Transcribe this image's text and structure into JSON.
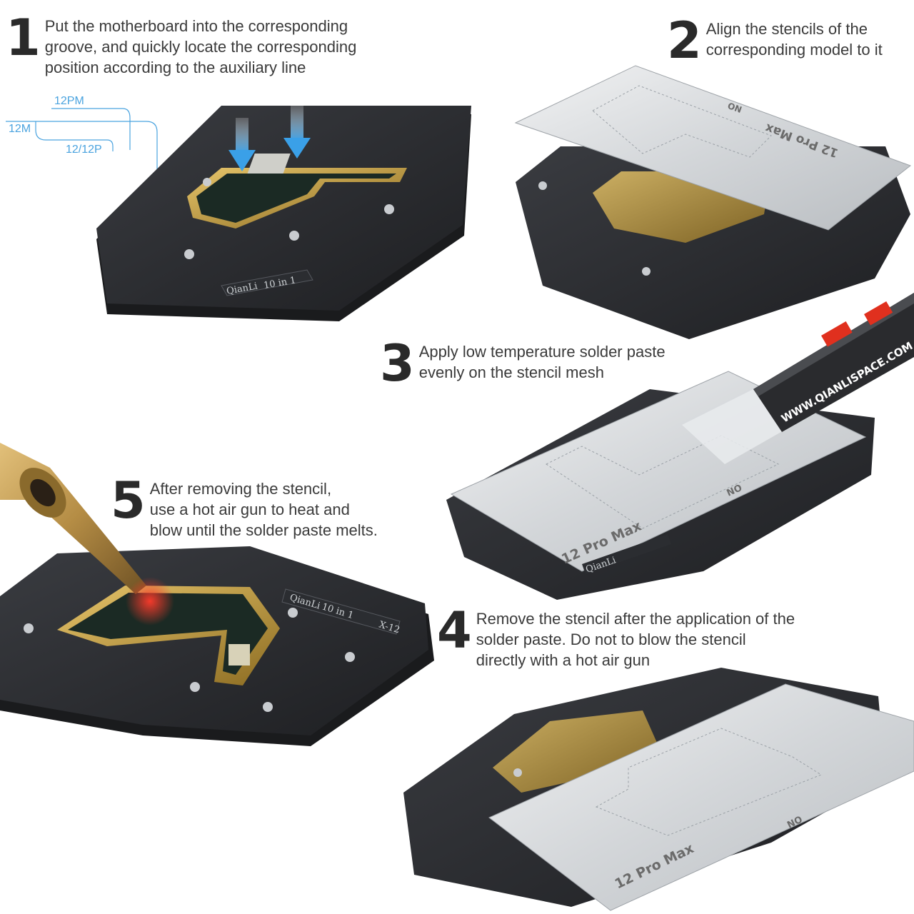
{
  "steps": [
    {
      "number": "1",
      "lines": [
        "Put the motherboard into the corresponding",
        "groove, and quickly locate the corresponding",
        "position according to the auxiliary line"
      ]
    },
    {
      "number": "2",
      "lines": [
        "Align the stencils of the",
        "corresponding model to it"
      ]
    },
    {
      "number": "3",
      "lines": [
        "Apply low temperature solder paste",
        "evenly on the stencil mesh"
      ]
    },
    {
      "number": "4",
      "lines": [
        "Remove the stencil after the application of the",
        "solder paste. Do not to blow the stencil",
        "directly with a hot air gun"
      ]
    },
    {
      "number": "5",
      "lines": [
        "After removing the stencil,",
        "use a hot air gun to heat and",
        "blow until the solder paste melts."
      ]
    }
  ],
  "auxiliary_lines": {
    "label_12pm": "12PM",
    "label_12m": "12M",
    "label_12_12p": "12/12P"
  },
  "stencil": {
    "model_label": "12 Pro Max",
    "no_label": "NO"
  },
  "plate": {
    "brand": "QianLi",
    "model": "10 in 1",
    "code": "X-12"
  },
  "scraper": {
    "url": "WWW.QIANLISPACE.COM"
  },
  "colors": {
    "aux_line": "#4aa3df",
    "arrow": "#5ab4ee",
    "plate": "#2d2f33",
    "stencil": "#d9dcdf",
    "board_gold": "#c9a44a",
    "heat_red": "#e0301e"
  }
}
